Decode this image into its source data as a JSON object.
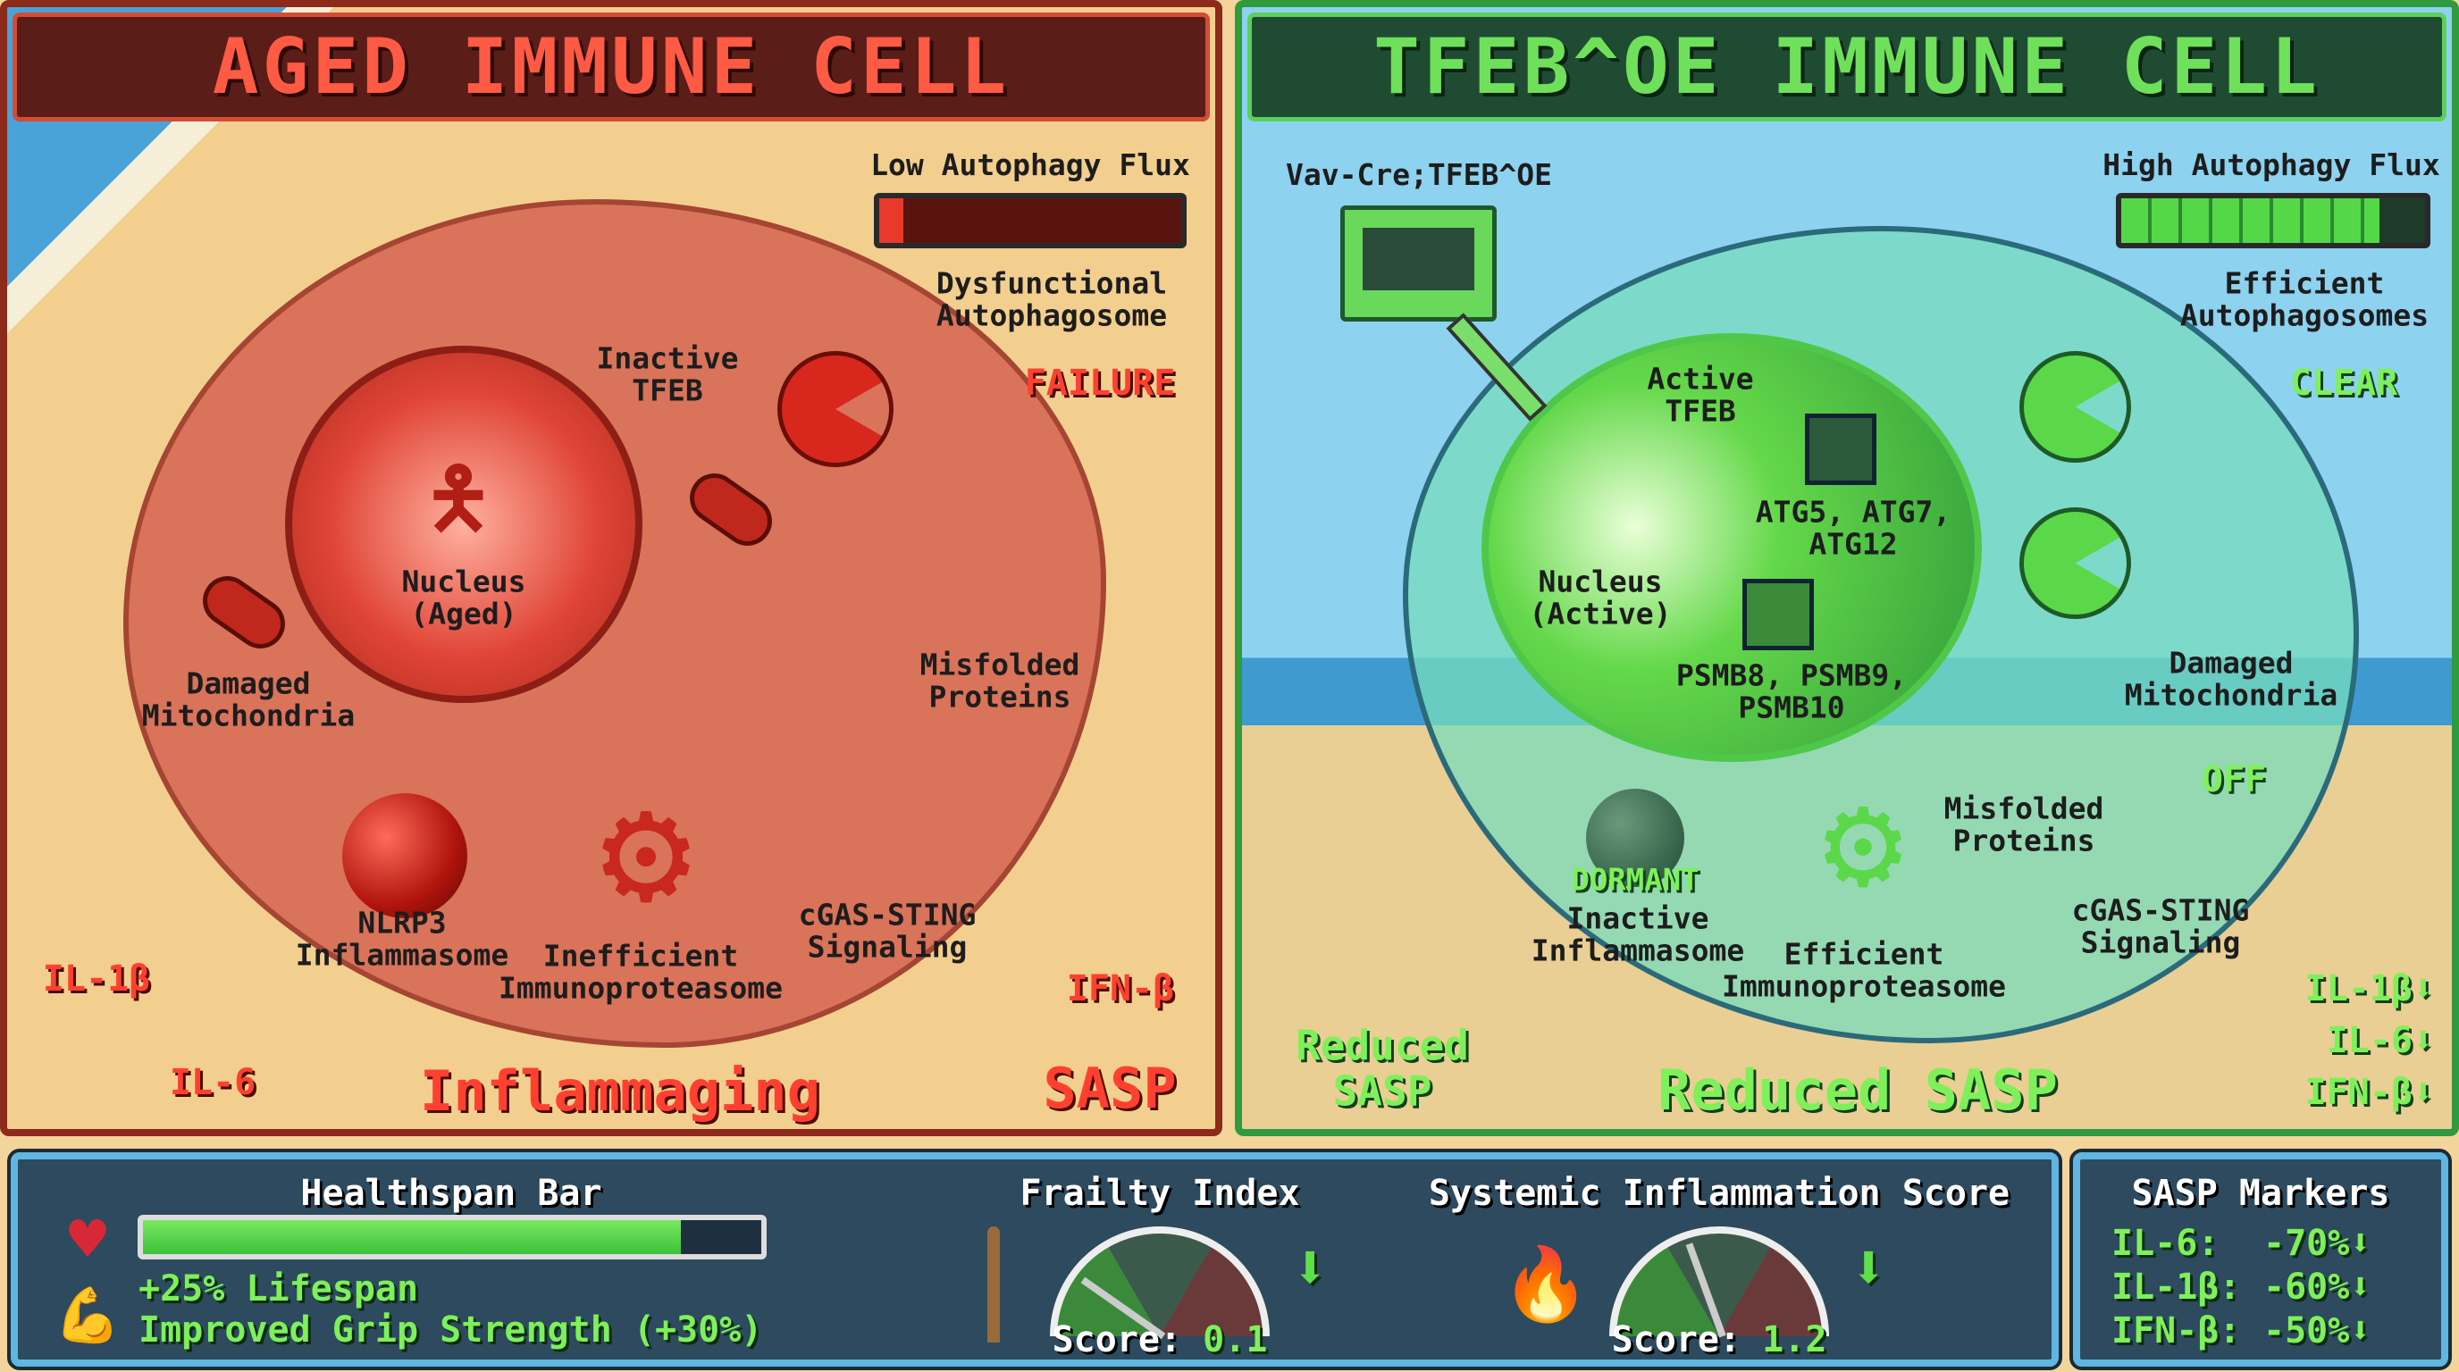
{
  "left_panel": {
    "title": "AGED IMMUNE CELL",
    "flux_label": "Low Autophagy Flux",
    "flux_level_percent": 8,
    "dysfunctional": "Dysfunctional\nAutophagosome",
    "failure": "FAILURE",
    "inactive_tfeb": "Inactive\nTFEB",
    "nucleus": "Nucleus\n(Aged)",
    "damaged_mito": "Damaged\nMitochondria",
    "misfolded": "Misfolded\nProteins",
    "nlrp3": "NLRP3\nInflammasome",
    "immunoproteasome": "Inefficient\nImmunoproteasome",
    "cgas": "cGAS-STING\nSignaling",
    "il1b": "IL-1β",
    "il6": "IL-6",
    "ifnb": "IFN-β",
    "inflammaging": "Inflammaging",
    "sasp": "SASP"
  },
  "right_panel": {
    "title": "TFEB^OE IMMUNE CELL",
    "genotype": "Vav-Cre;TFEB^OE",
    "flux_label": "High Autophagy Flux",
    "flux_level_percent": 85,
    "efficient": "Efficient\nAutophagosomes",
    "clear": "CLEAR",
    "active_tfeb": "Active\nTFEB",
    "atg": "ATG5, ATG7,\nATG12",
    "nucleus": "Nucleus\n(Active)",
    "psmb": "PSMB8, PSMB9,\nPSMB10",
    "damaged_mito": "Damaged\nMitochondria",
    "misfolded": "Misfolded\nProteins",
    "off": "OFF",
    "dormant": "DORMANT",
    "inflammasome": "Inactive\nInflammasome",
    "immunoproteasome": "Efficient\nImmunoproteasome",
    "cgas": "cGAS-STING\nSignaling",
    "reduced_sasp_left": "Reduced\nSASP",
    "reduced_sasp": "Reduced SASP",
    "il1b": "IL-1β",
    "il6": "IL-6",
    "ifnb": "IFN-β",
    "down_arrow": "⬇"
  },
  "dashboard": {
    "healthspan_title": "Healthspan Bar",
    "healthspan_level_percent": 87,
    "lifespan": "+25% Lifespan",
    "grip": "Improved Grip Strength (+30%)",
    "frailty_title": "Frailty Index",
    "frailty_score_label": "Score:",
    "frailty_score": "0.1",
    "inflammation_title": "Systemic Inflammation Score",
    "inflammation_score_label": "Score:",
    "inflammation_score": "1.2",
    "sasp_title": "SASP Markers",
    "sasp_markers": [
      {
        "name": "IL-6:",
        "value": "-70%"
      },
      {
        "name": "IL-1β:",
        "value": "-60%"
      },
      {
        "name": "IFN-β:",
        "value": "-50%"
      }
    ],
    "down_arrow": "⬇"
  },
  "colors": {
    "aged": "#ff4030",
    "tfeb": "#6fe05a",
    "dashboard_bg": "#2d4a5e"
  }
}
